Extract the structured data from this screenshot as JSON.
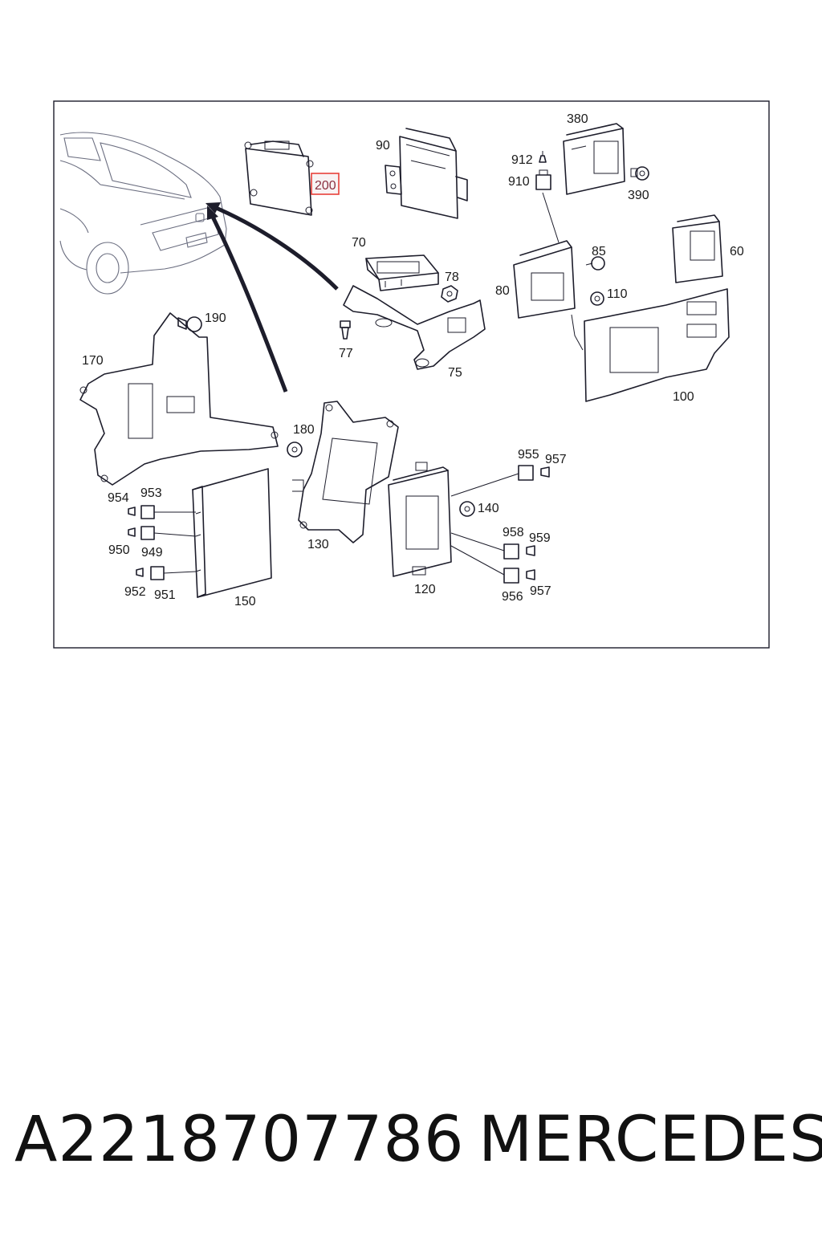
{
  "diagram": {
    "callouts": [
      {
        "id": "c200",
        "label": "200",
        "highlighted": true
      },
      {
        "id": "c90",
        "label": "90"
      },
      {
        "id": "c380",
        "label": "380"
      },
      {
        "id": "c912",
        "label": "912"
      },
      {
        "id": "c910",
        "label": "910"
      },
      {
        "id": "c390",
        "label": "390"
      },
      {
        "id": "c70",
        "label": "70"
      },
      {
        "id": "c78",
        "label": "78"
      },
      {
        "id": "c85",
        "label": "85"
      },
      {
        "id": "c60",
        "label": "60"
      },
      {
        "id": "c80",
        "label": "80"
      },
      {
        "id": "c110",
        "label": "110"
      },
      {
        "id": "c190",
        "label": "190"
      },
      {
        "id": "c77",
        "label": "77"
      },
      {
        "id": "c75",
        "label": "75"
      },
      {
        "id": "c170",
        "label": "170"
      },
      {
        "id": "c100",
        "label": "100"
      },
      {
        "id": "c180",
        "label": "180"
      },
      {
        "id": "c955",
        "label": "955"
      },
      {
        "id": "c957a",
        "label": "957"
      },
      {
        "id": "c954",
        "label": "954"
      },
      {
        "id": "c953",
        "label": "953"
      },
      {
        "id": "c140",
        "label": "140"
      },
      {
        "id": "c958",
        "label": "958"
      },
      {
        "id": "c959",
        "label": "959"
      },
      {
        "id": "c950",
        "label": "950"
      },
      {
        "id": "c949",
        "label": "949"
      },
      {
        "id": "c130",
        "label": "130"
      },
      {
        "id": "c952",
        "label": "952"
      },
      {
        "id": "c951",
        "label": "951"
      },
      {
        "id": "c150",
        "label": "150"
      },
      {
        "id": "c120",
        "label": "120"
      },
      {
        "id": "c956",
        "label": "956"
      },
      {
        "id": "c957b",
        "label": "957"
      }
    ],
    "highlight_color": "#e8403a",
    "line_color": "#1d1d2b"
  },
  "caption": {
    "part_number": "A2218707786",
    "brand": "MERCEDES"
  }
}
